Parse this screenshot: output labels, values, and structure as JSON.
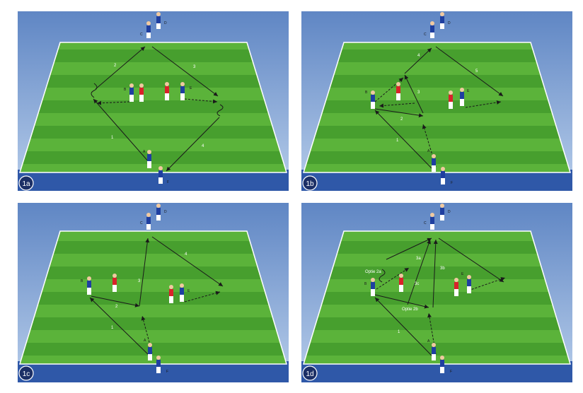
{
  "panels": [
    {
      "id": "1a",
      "badge": "1a",
      "players": {
        "A": "A",
        "B": "B",
        "C": "C",
        "D": "D",
        "E": "E",
        "F": "F"
      },
      "steps": [
        "1",
        "2",
        "3",
        "4"
      ]
    },
    {
      "id": "1b",
      "badge": "1b",
      "players": {
        "A": "A",
        "B": "B",
        "C": "C",
        "D": "D",
        "E": "E",
        "F": "F"
      },
      "steps": [
        "1",
        "2",
        "3",
        "4",
        "5"
      ]
    },
    {
      "id": "1c",
      "badge": "1c",
      "players": {
        "A": "A",
        "B": "B",
        "C": "C",
        "D": "D",
        "E": "E",
        "F": "F"
      },
      "steps": [
        "1",
        "2",
        "3",
        "4"
      ]
    },
    {
      "id": "1d",
      "badge": "1d",
      "players": {
        "A": "A",
        "B": "B",
        "C": "C",
        "D": "D",
        "E": "E",
        "F": "F"
      },
      "steps": [
        "1",
        "3a",
        "3b",
        "3c"
      ],
      "options": [
        "Optie 2a",
        "Optie 2b"
      ]
    }
  ],
  "colors": {
    "sky_top": "#5f86c4",
    "sky_bottom": "#b7cdea",
    "floor": "#2f58a8",
    "grass_light": "#5bb33a",
    "grass_dark": "#3f9a2a",
    "line": "#ffffff",
    "team_blue": "#1f3fa0",
    "team_red": "#d8232a",
    "badge": "#1c2f66"
  }
}
